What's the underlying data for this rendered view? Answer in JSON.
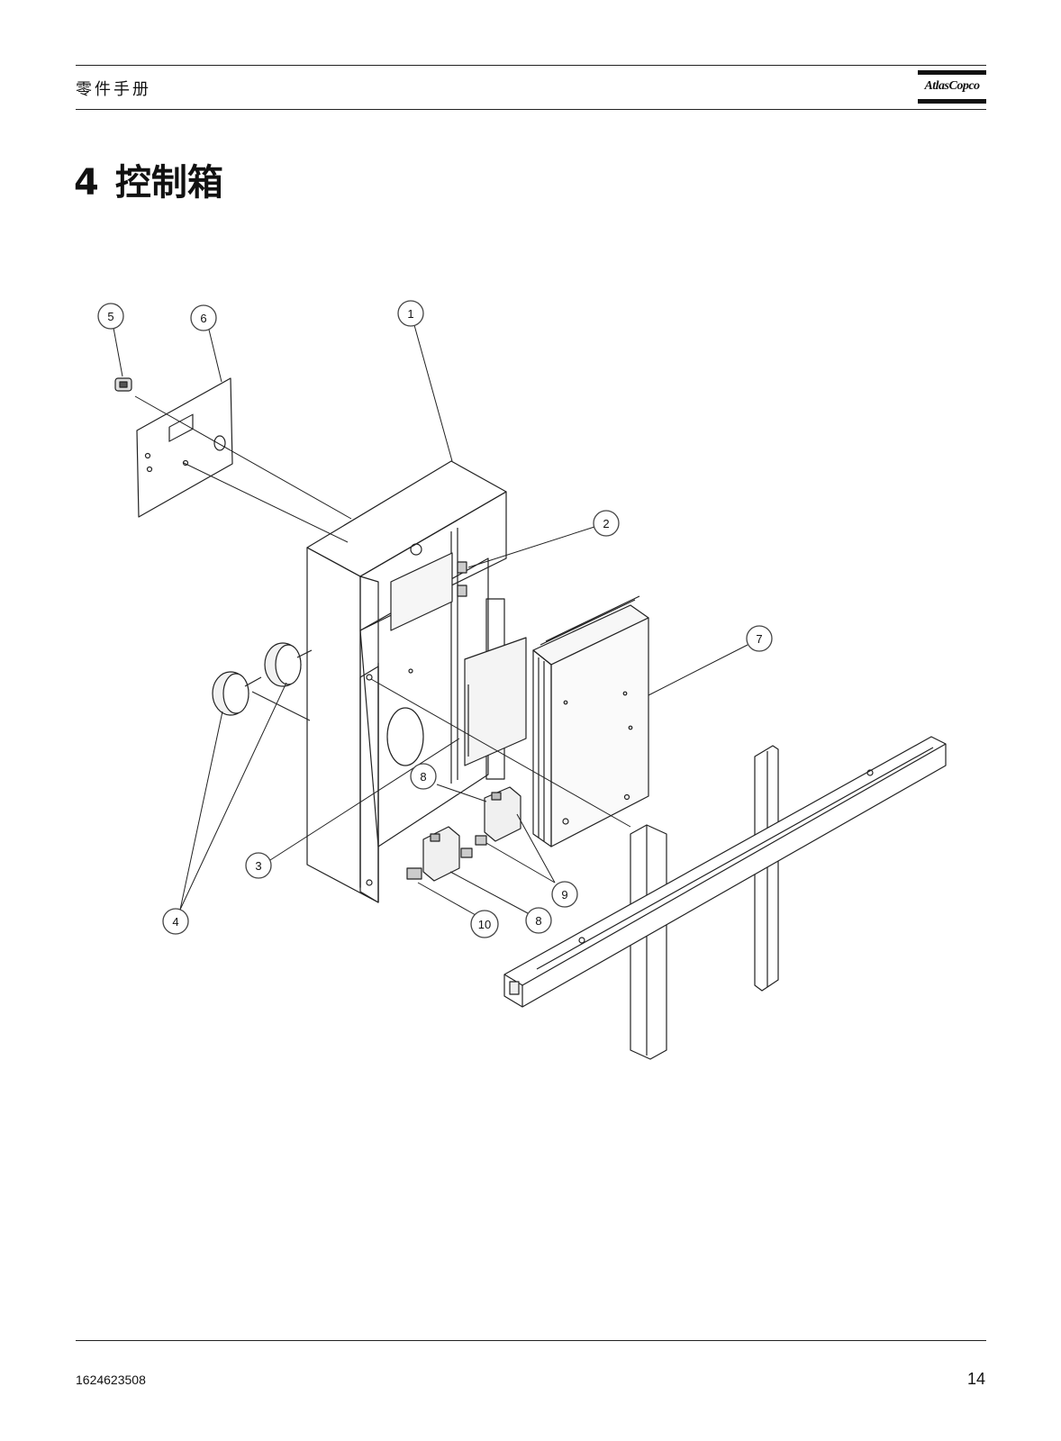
{
  "header": {
    "manual_label": "零件手册",
    "brand": "AtlasCopco"
  },
  "section": {
    "number": "4",
    "title": "控制箱"
  },
  "callouts": [
    {
      "id": "c1",
      "label": "1"
    },
    {
      "id": "c2",
      "label": "2"
    },
    {
      "id": "c3",
      "label": "3"
    },
    {
      "id": "c4",
      "label": "4"
    },
    {
      "id": "c5",
      "label": "5"
    },
    {
      "id": "c6",
      "label": "6"
    },
    {
      "id": "c7",
      "label": "7"
    },
    {
      "id": "c8a",
      "label": "8"
    },
    {
      "id": "c8b",
      "label": "8"
    },
    {
      "id": "c9",
      "label": "9"
    },
    {
      "id": "c10",
      "label": "10"
    }
  ],
  "footer": {
    "doc_number": "1624623508",
    "page_number": "14"
  }
}
